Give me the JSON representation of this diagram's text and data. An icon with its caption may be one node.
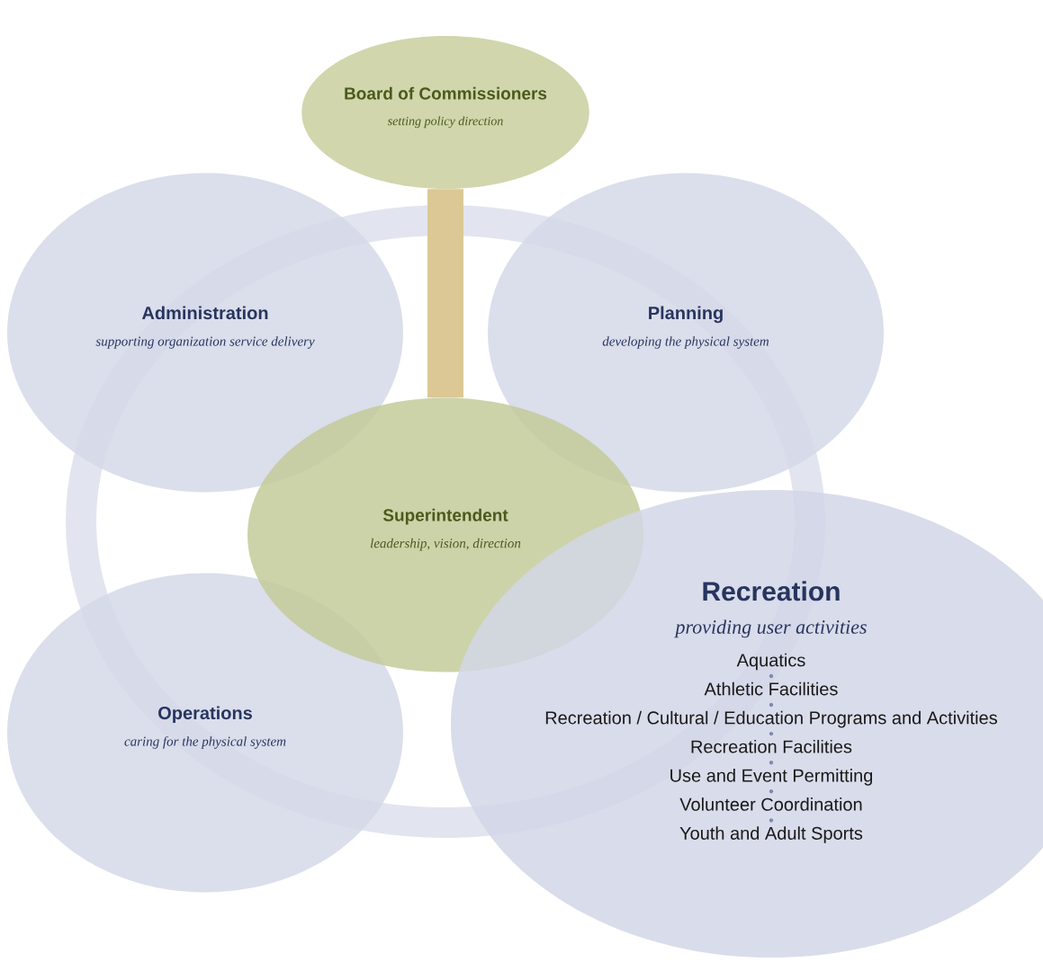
{
  "diagram": {
    "nodes": [
      {
        "text": [
          "Board of Commissioners",
          "setting policy direction"
        ]
      },
      {
        "text": [
          "Administration",
          "supporting organization service delivery"
        ]
      },
      {
        "text": [
          "Planning",
          "developing the physical system"
        ]
      },
      {
        "text": [
          "Superintendent",
          "leadership, vision, direction"
        ]
      },
      {
        "text": [
          "Recreation",
          "providing user activities",
          "Aquatics",
          "Athletic Facilities",
          "Recreation / Cultural / Education Programs and Activities",
          "Recreation Facilities",
          "Use and Event Permitting",
          "Volunteer Coordination",
          "Youth and Adult Sports"
        ]
      },
      {
        "text": [
          "Operations",
          "caring for the physical system"
        ]
      }
    ],
    "edges": [
      {
        "from": 0,
        "to": 3,
        "arrow": "none",
        "color": "#dcc894"
      }
    ]
  }
}
